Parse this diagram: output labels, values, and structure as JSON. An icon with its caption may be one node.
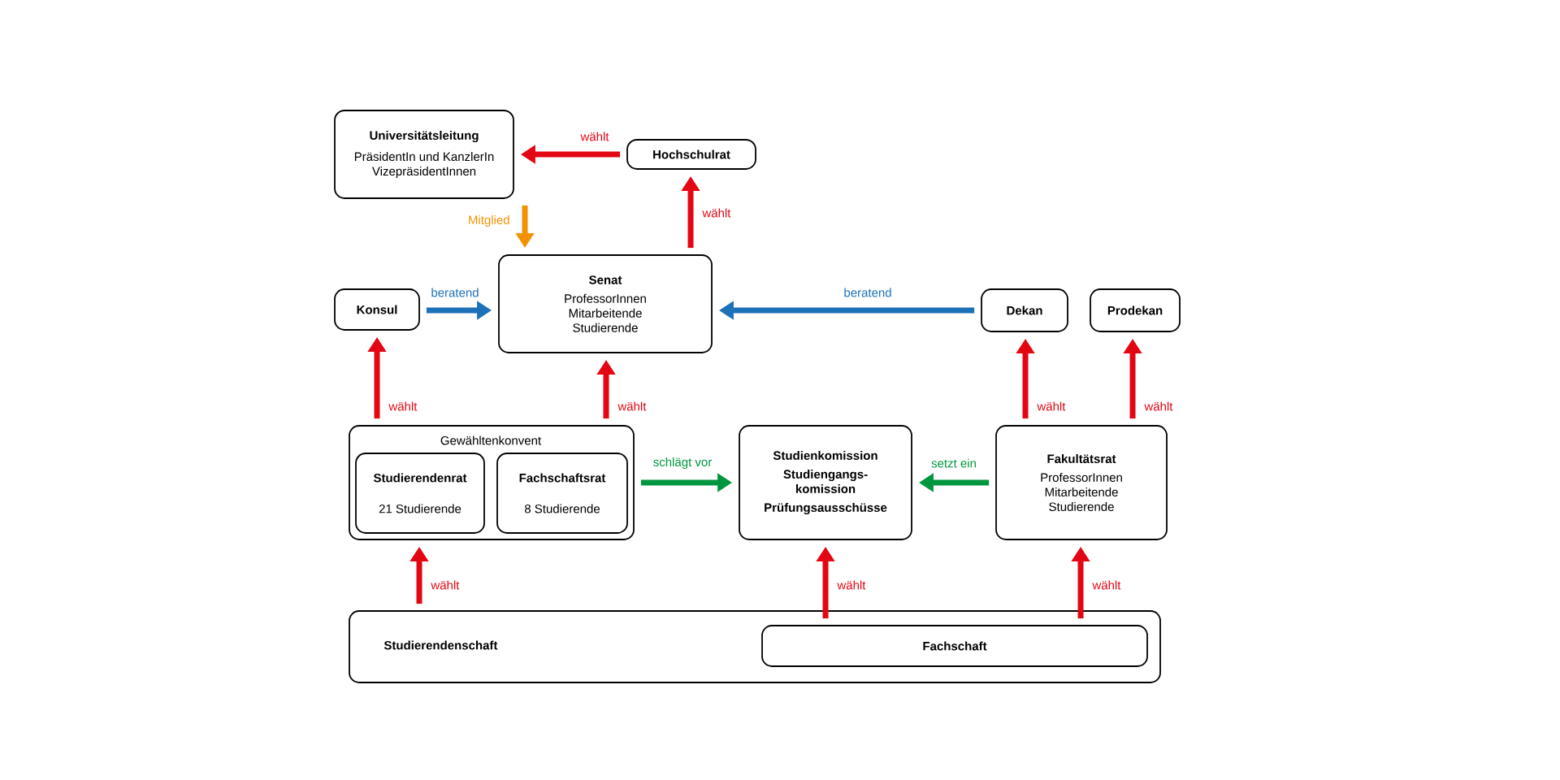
{
  "diagram": {
    "nodes": [
      {
        "text": [
          "Universitätsleitung",
          "PräsidentIn und KanzlerIn VizepräsidentInnen"
        ]
      },
      {
        "text": [
          "Hochschulrat"
        ]
      },
      {
        "text": [
          "Konsul"
        ]
      },
      {
        "text": [
          "Senat",
          "ProfessorInnen Mitarbeitende Studierende"
        ]
      },
      {
        "text": [
          "Dekan"
        ]
      },
      {
        "text": [
          "Prodekan"
        ]
      },
      {
        "text": [
          "Gewähltenkonvent"
        ]
      },
      {
        "text": [
          "Studierendenrat",
          "21 Studierende"
        ],
        "in": 6
      },
      {
        "text": [
          "Fachschaftsrat",
          "8 Studierende"
        ],
        "in": 6
      },
      {
        "text": [
          "Studienkomission",
          "Studiengangs- komission",
          "Prüfungsausschüsse"
        ]
      },
      {
        "text": [
          "Fakultätsrat",
          "ProfessorInnen Mitarbeitende Studierende"
        ]
      },
      {
        "text": [
          "Studierendenschaft"
        ]
      },
      {
        "text": [
          "Fachschaft"
        ],
        "in": 11
      }
    ],
    "edges": [
      {
        "from": 1,
        "to": 0,
        "arrow": "to",
        "label": "wählt"
      },
      {
        "from": 0,
        "to": 3,
        "arrow": "to",
        "label": "Mitglied",
        "color": "#f39200"
      },
      {
        "from": 3,
        "to": 1,
        "arrow": "to",
        "label": "wählt"
      },
      {
        "from": 2,
        "to": 3,
        "arrow": "to",
        "label": "beratend",
        "color": "#1d71b8"
      },
      {
        "from": 4,
        "to": 3,
        "arrow": "to",
        "label": "beratend",
        "color": "#1d71b8"
      },
      {
        "from": 6,
        "to": 2,
        "arrow": "to",
        "label": "wählt"
      },
      {
        "from": 6,
        "to": 3,
        "arrow": "to",
        "label": "wählt"
      },
      {
        "from": 10,
        "to": 4,
        "arrow": "to",
        "label": "wählt"
      },
      {
        "from": 10,
        "to": 5,
        "arrow": "to",
        "label": "wählt"
      },
      {
        "from": 6,
        "to": 9,
        "arrow": "to",
        "label": "schlägt vor",
        "color": "#009640"
      },
      {
        "from": 10,
        "to": 9,
        "arrow": "to",
        "label": "setzt ein",
        "color": "#009640"
      },
      {
        "from": 11,
        "to": 6,
        "arrow": "to",
        "label": "wählt"
      },
      {
        "from": 12,
        "to": 9,
        "arrow": "to",
        "label": "wählt"
      },
      {
        "from": 12,
        "to": 10,
        "arrow": "to",
        "label": "wählt"
      }
    ]
  }
}
